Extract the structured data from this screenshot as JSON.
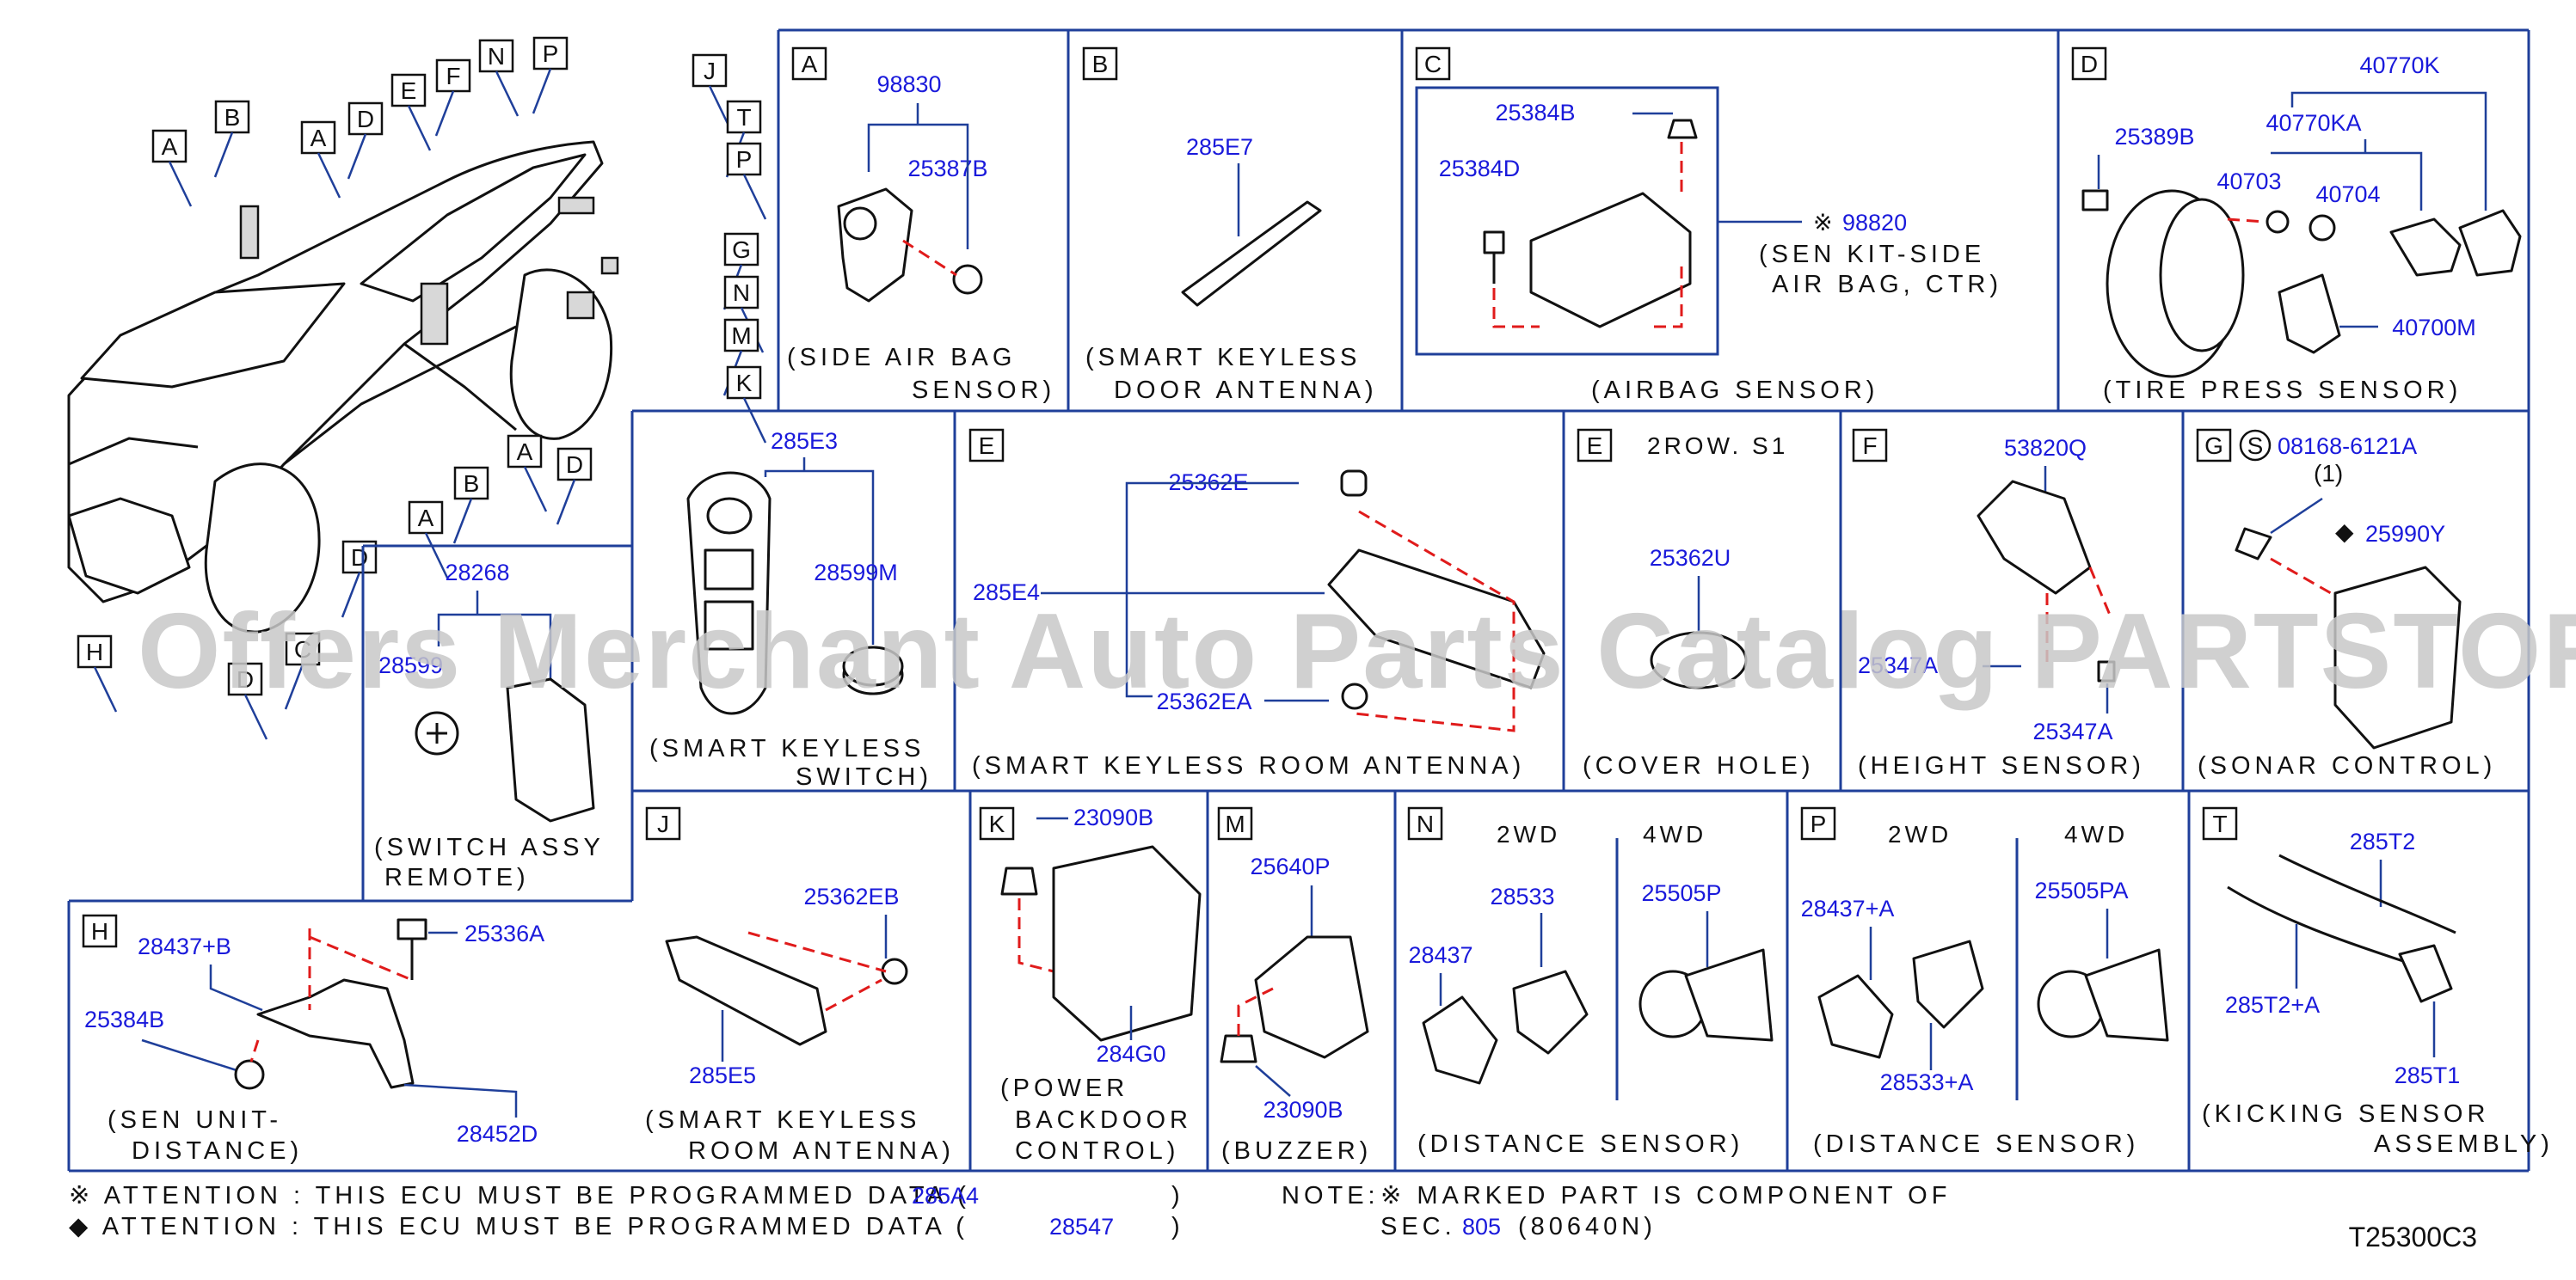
{
  "watermark": "Offers Merchant Auto Parts Catalog PARTSTORE.SA",
  "diagram_id": "T25300C3",
  "callouts": [
    "A",
    "B",
    "A",
    "D",
    "E",
    "F",
    "N",
    "P",
    "J",
    "T",
    "P",
    "G",
    "N",
    "M",
    "K",
    "D",
    "A",
    "B",
    "A",
    "D",
    "D",
    "C",
    "H"
  ],
  "panels": {
    "A": {
      "letter": "A",
      "parts": [
        "98830",
        "25387B"
      ],
      "caption": [
        "(SIDE  AIR  BAG",
        "SENSOR)"
      ]
    },
    "B": {
      "letter": "B",
      "parts": [
        "285E7"
      ],
      "caption": [
        "(SMART  KEYLESS",
        "DOOR  ANTENNA)"
      ]
    },
    "C": {
      "letter": "C",
      "parts": [
        "25384B",
        "25384D",
        "98820"
      ],
      "mark": "※",
      "note": [
        "(SEN  KIT-SIDE",
        "AIR  BAG,  CTR)"
      ],
      "caption": [
        "(AIRBAG  SENSOR)"
      ]
    },
    "D": {
      "letter": "D",
      "parts": [
        "40770K",
        "40770KA",
        "25389B",
        "40703",
        "40704",
        "40700M"
      ],
      "caption": [
        "(TIRE  PRESS  SENSOR)"
      ]
    },
    "KS": {
      "parts": [
        "285E3",
        "28599M"
      ],
      "caption": [
        "(SMART  KEYLESS",
        "SWITCH)"
      ]
    },
    "E": {
      "letter": "E",
      "parts": [
        "25362E",
        "285E4",
        "25362EA"
      ],
      "caption": [
        "(SMART  KEYLESS  ROOM  ANTENNA)"
      ]
    },
    "E2": {
      "letter": "E",
      "header": "2ROW.  S1",
      "parts": [
        "25362U"
      ],
      "caption": [
        "(COVER  HOLE)"
      ]
    },
    "F": {
      "letter": "F",
      "parts": [
        "53820Q",
        "25347A",
        "25347A"
      ],
      "caption": [
        "(HEIGHT  SENSOR)"
      ]
    },
    "G": {
      "letter": "G",
      "s_mark": "S",
      "parts": [
        "08168-6121A",
        "25990Y"
      ],
      "qty": "(1)",
      "caption": [
        "(SONAR  CONTROL)"
      ]
    },
    "SW": {
      "parts": [
        "28268",
        "28599"
      ],
      "caption": [
        "(SWITCH  ASSY",
        "REMOTE)"
      ]
    },
    "H": {
      "letter": "H",
      "parts": [
        "28437+B",
        "25336A",
        "25384B",
        "28452D"
      ],
      "caption": [
        "(SEN  UNIT-",
        "DISTANCE)"
      ]
    },
    "J": {
      "letter": "J",
      "parts": [
        "25362EB",
        "285E5"
      ],
      "caption": [
        "(SMART  KEYLESS",
        "ROOM  ANTENNA)"
      ]
    },
    "K": {
      "letter": "K",
      "parts": [
        "23090B",
        "284G0"
      ],
      "caption": [
        "(POWER",
        "BACKDOOR",
        "CONTROL)"
      ]
    },
    "M": {
      "letter": "M",
      "parts": [
        "25640P",
        "23090B"
      ],
      "caption": [
        "(BUZZER)"
      ]
    },
    "N": {
      "letter": "N",
      "col1": "2WD",
      "col2": "4WD",
      "parts": [
        "28533",
        "28437",
        "25505P"
      ],
      "caption": [
        "(DISTANCE  SENSOR)"
      ]
    },
    "P": {
      "letter": "P",
      "col1": "2WD",
      "col2": "4WD",
      "parts": [
        "28437+A",
        "25505PA",
        "28533+A"
      ],
      "caption": [
        "(DISTANCE  SENSOR)"
      ]
    },
    "T": {
      "letter": "T",
      "parts": [
        "285T2",
        "285T2+A",
        "285T1"
      ],
      "caption": [
        "(KICKING  SENSOR",
        "ASSEMBLY)"
      ]
    }
  },
  "notes": {
    "line1_prefix": "※ ATTENTION  :  THIS  ECU  MUST  BE  PROGRAMMED  DATA  (",
    "line1_part": "285A4",
    "line1_suffix": ")",
    "line2_prefix": "◆ ATTENTION  :  THIS  ECU  MUST  BE  PROGRAMMED  DATA  (",
    "line2_part": "28547",
    "line2_suffix": ")",
    "note_label": "NOTE:",
    "note_text": "※ MARKED  PART  IS  COMPONENT  OF",
    "sec_label": "SEC.",
    "sec_number": "805",
    "sec_ref": "(80640N)"
  }
}
